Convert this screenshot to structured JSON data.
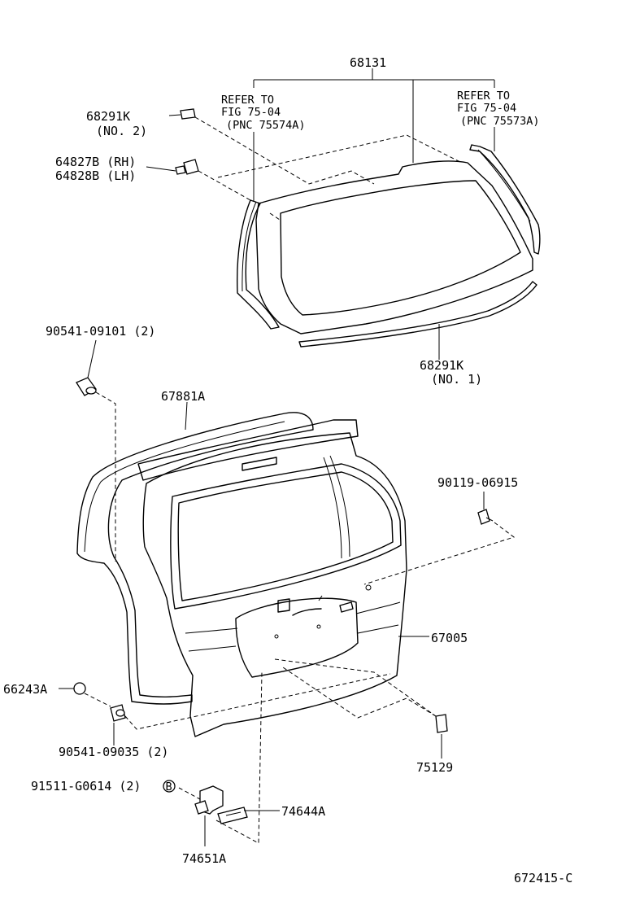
{
  "labels": {
    "part_68131": "68131",
    "refer_left_1": "REFER TO",
    "refer_left_2": "FIG 75-04",
    "refer_left_3": "(PNC 75574A)",
    "refer_right_1": "REFER TO",
    "refer_right_2": "FIG 75-04",
    "refer_right_3": "(PNC 75573A)",
    "part_68291K_top": "68291K",
    "part_68291K_top_qty": "(NO. 2)",
    "part_64827B": "64827B (RH)",
    "part_64828B": "64828B (LH)",
    "part_68291K_bottom": "68291K",
    "part_68291K_bottom_qty": "(NO. 1)",
    "part_90541_09101": "90541-09101 (2)",
    "part_67881A": "67881A",
    "part_90119_06915": "90119-06915",
    "part_67005": "67005",
    "part_66243A": "66243A",
    "part_90541_09035": "90541-09035 (2)",
    "part_75129": "75129",
    "part_91511_G0614": "91511-G0614 (2)",
    "circle_B": "B",
    "part_74644A": "74644A",
    "part_74651A": "74651A",
    "figure_id": "672415-C"
  }
}
